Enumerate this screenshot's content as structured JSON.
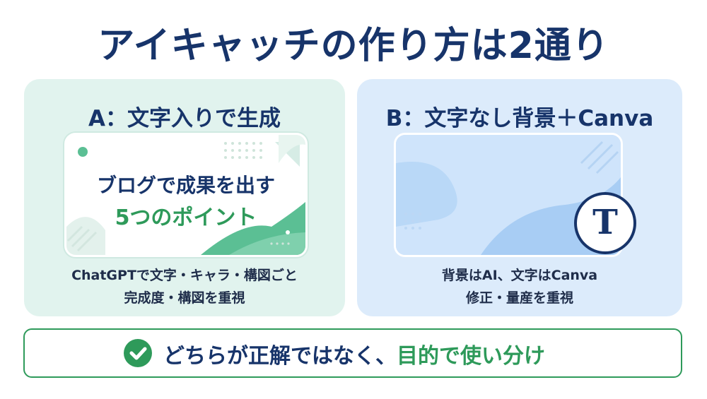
{
  "title": "アイキャッチの作り方は2通り",
  "panel_a": {
    "title": "A：文字入りで生成",
    "thumbnail": {
      "line1": "ブログで成果を出す",
      "line2": "5つのポイント"
    },
    "desc": [
      "ChatGPTで文字・キャラ・構図ごと",
      "完成度・構図を重視"
    ]
  },
  "panel_b": {
    "title": "B：文字なし背景＋Canva",
    "badge_letter": "T",
    "desc": [
      "背景はAI、文字はCanva",
      "修正・量産を重視"
    ]
  },
  "bottom": {
    "text_main": "どちらが正解ではなく、",
    "text_accent": "目的で使い分け",
    "icon": "check-circle-icon"
  },
  "colors": {
    "navy": "#17346a",
    "green": "#2e9a5a",
    "panel_a_bg": "#e1f3ee",
    "panel_b_bg": "#dcebfb"
  }
}
